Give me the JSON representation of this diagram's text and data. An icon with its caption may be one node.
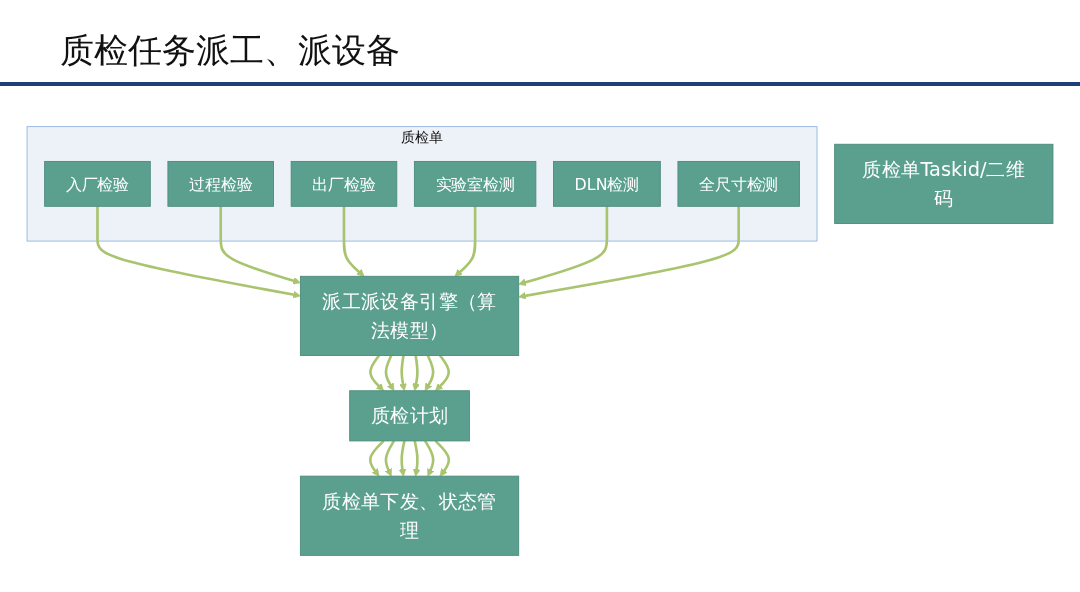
{
  "diagram": {
    "title": "质检任务派工、派设备",
    "nodes": [
      {
        "text": [
          "质检单"
        ]
      },
      {
        "text": [
          "入厂检验"
        ],
        "in": 0
      },
      {
        "text": [
          "过程检验"
        ],
        "in": 0
      },
      {
        "text": [
          "出厂检验"
        ],
        "in": 0
      },
      {
        "text": [
          "实验室检测"
        ],
        "in": 0
      },
      {
        "text": [
          "DLN检测"
        ],
        "in": 0
      },
      {
        "text": [
          "全尺寸检测"
        ],
        "in": 0
      },
      {
        "text": [
          "派工派设备引擎（算法模型）"
        ]
      },
      {
        "text": [
          "质检计划"
        ]
      },
      {
        "text": [
          "质检单下发、状态管理"
        ]
      },
      {
        "text": [
          "质检单Taskid/二维码"
        ]
      }
    ],
    "edges": [
      {
        "from": 1,
        "to": 7,
        "arrow": "to"
      },
      {
        "from": 2,
        "to": 7,
        "arrow": "to"
      },
      {
        "from": 3,
        "to": 7,
        "arrow": "to"
      },
      {
        "from": 4,
        "to": 7,
        "arrow": "to"
      },
      {
        "from": 5,
        "to": 7,
        "arrow": "to"
      },
      {
        "from": 6,
        "to": 7,
        "arrow": "to"
      },
      {
        "from": 7,
        "to": 8,
        "arrow": "to"
      },
      {
        "from": 7,
        "to": 8,
        "arrow": "to"
      },
      {
        "from": 7,
        "to": 8,
        "arrow": "to"
      },
      {
        "from": 7,
        "to": 8,
        "arrow": "to"
      },
      {
        "from": 7,
        "to": 8,
        "arrow": "to"
      },
      {
        "from": 7,
        "to": 8,
        "arrow": "to"
      },
      {
        "from": 8,
        "to": 9,
        "arrow": "to"
      },
      {
        "from": 8,
        "to": 9,
        "arrow": "to"
      },
      {
        "from": 8,
        "to": 9,
        "arrow": "to"
      },
      {
        "from": 8,
        "to": 9,
        "arrow": "to"
      },
      {
        "from": 8,
        "to": 9,
        "arrow": "to"
      },
      {
        "from": 8,
        "to": 9,
        "arrow": "to"
      }
    ]
  }
}
